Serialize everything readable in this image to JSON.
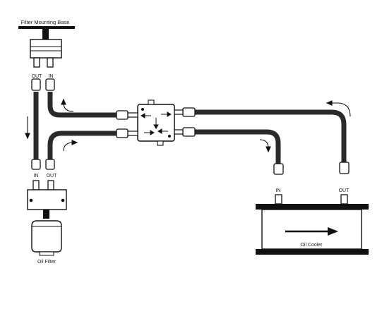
{
  "labels": {
    "mounting_base": "Filter Mounting Base",
    "base_out": "OUT",
    "base_in": "IN",
    "filter_in": "IN",
    "filter_out": "OUT",
    "oil_filter": "Oil Filter",
    "cooler_in": "IN",
    "cooler_out": "OUT",
    "oil_cooler": "Oil Cooler"
  },
  "colors": {
    "hose": "#2a2a2a",
    "line": "#111111",
    "fill": "#ffffff",
    "paper": "#ffffff"
  }
}
